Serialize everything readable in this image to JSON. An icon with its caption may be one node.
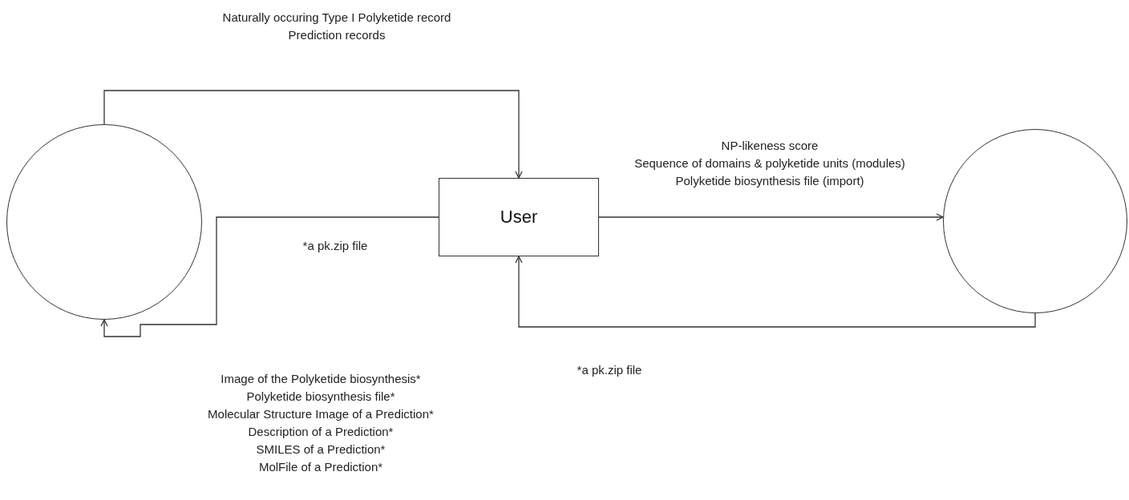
{
  "diagram": {
    "nodes": [
      {
        "text": [],
        "shape": "circle"
      },
      {
        "text": [
          "User"
        ]
      },
      {
        "text": [],
        "shape": "circle"
      }
    ],
    "edges": [
      {
        "from": 0,
        "to": 1,
        "arrow": "to"
      },
      {
        "from": 1,
        "to": 0,
        "arrow": "to",
        "label": "*a pk.zip file"
      },
      {
        "from": 1,
        "to": 2,
        "arrow": "to"
      },
      {
        "from": 2,
        "to": 1,
        "arrow": "to",
        "label": "*a pk.zip file"
      }
    ],
    "labels": [
      "Naturally occuring Type I Polyketide record",
      "Prediction records",
      "NP-likeness score",
      "Sequence of domains & polyketide units (modules)",
      "Polyketide biosynthesis file (import)",
      "Image of the Polyketide biosynthesis*",
      "Polyketide biosynthesis file*",
      "Molecular Structure Image of a Prediction*",
      "Description of a Prediction*",
      "SMILES of a Prediction*",
      "MolFile of a Prediction*"
    ]
  }
}
